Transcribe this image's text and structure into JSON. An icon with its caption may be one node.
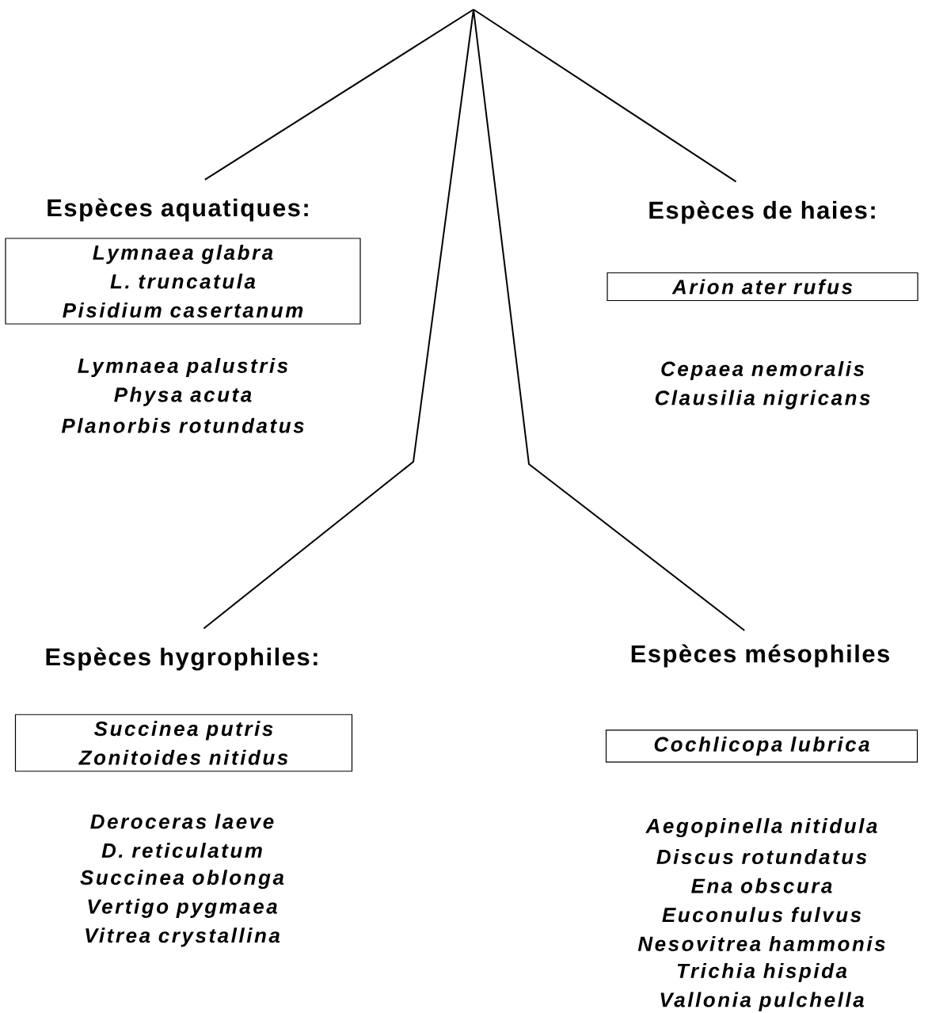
{
  "diagram": {
    "nodes": [
      {
        "text": [
          "Espèces aquatiques:"
        ]
      },
      {
        "text": [
          "Lymnaea glabra",
          "L. truncatula",
          "Pisidium casertanum"
        ]
      },
      {
        "text": [
          "Espèces de haies:"
        ]
      },
      {
        "text": [
          "Arion ater rufus"
        ]
      },
      {
        "text": [
          "Espèces hygrophiles:"
        ]
      },
      {
        "text": [
          "Succinea putris",
          "Zonitoides nitidus"
        ]
      },
      {
        "text": [
          "Espèces mésophiles"
        ]
      },
      {
        "text": [
          "Cochlicopa lubrica"
        ]
      }
    ],
    "edges": [
      {
        "from": null,
        "to": 0,
        "arrow": "none"
      },
      {
        "from": null,
        "to": 2,
        "arrow": "none"
      },
      {
        "from": null,
        "to": 4,
        "arrow": "none"
      },
      {
        "from": null,
        "to": 6,
        "arrow": "none"
      }
    ],
    "labels": [
      "Lymnaea palustris",
      "Physa acuta",
      "Planorbis rotundatus",
      "Cepaea nemoralis",
      "Clausilia nigricans",
      "Deroceras laeve",
      "D. reticulatum",
      "Succinea oblonga",
      "Vertigo pygmaea",
      "Vitrea crystallina",
      "Aegopinella nitidula",
      "Discus rotundatus",
      "Ena obscura",
      "Euconulus fulvus",
      "Nesovitrea hammonis",
      "Trichia hispida",
      "Vallonia pulchella"
    ]
  }
}
